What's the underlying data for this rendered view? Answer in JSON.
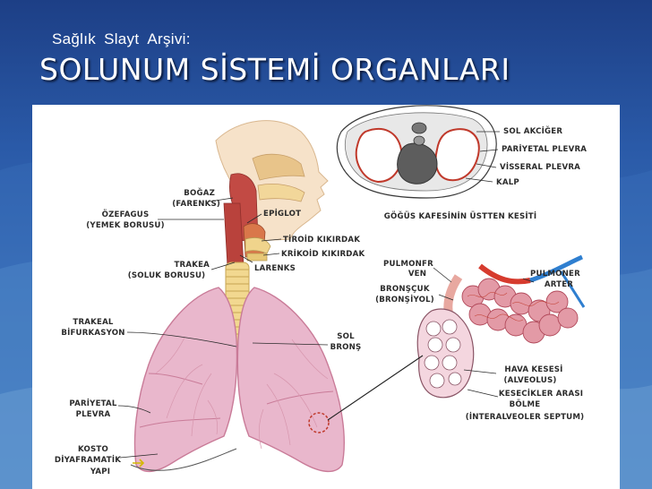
{
  "header": {
    "words": [
      "Sağlık",
      "Slayt",
      "Arşivi:"
    ],
    "title": "SOLUNUM SİSTEMİ ORGANLARI"
  },
  "labels": {
    "bogaz": "BOĞAZ",
    "farenks": "(FARENKS)",
    "epiglot": "EPİGLOT",
    "ozefagus": "ÖZEFAGUS",
    "yemek_borusu": "(YEMEK BORUSU)",
    "tiroid": "TİROİD KIKIRDAK",
    "krikoid": "KRİKOİD KIKIRDAK",
    "trakea": "TRAKEA",
    "soluk_borusu": "(SOLUK BORUSU)",
    "larenks": "LARENKS",
    "trakeal": "TRAKEAL",
    "bifurkasyon": "BİFURKASYON",
    "sol": "SOL",
    "brons": "BRONŞ",
    "pariyetal": "PARİYETAL",
    "plevra": "PLEVRA",
    "kosto": "KOSTO",
    "diyaframatik": "DİYAFRAMATİK",
    "yapi": "YAPI",
    "sol_akciger": "SOL AKCİĞER",
    "pariyetal_plevra": "PARİYETAL PLEVRA",
    "visseral_plevra": "VİSSERAL PLEVRA",
    "kalp": "KALP",
    "gogus_kesiti": "GÖĞÜS KAFESİNİN ÜSTTEN KESİTİ",
    "pulmonfr": "PULMONFR",
    "ven": "VEN",
    "pulmoner": "PULMONER",
    "arter": "ARTER",
    "bronscuk": "BRONŞÇUK",
    "bronsiyol": "(BRONŞİYOL)",
    "hava_kesesi": "HAVA KESESİ",
    "alveolus": "(ALVEOLUS)",
    "kesecikler_arasi": "KESECİKLER ARASI",
    "bolme": "BÖLME",
    "interalveoler": "(İNTERALVEOLER SEPTUM)"
  },
  "colors": {
    "lung": "#e9b7cc",
    "lung_edge": "#c97b98",
    "trachea": "#f0d48c",
    "throat": "#c0504d",
    "vessel_red": "#d63b2e",
    "vessel_blue": "#2f7fd0",
    "skin": "#f5dcc0"
  }
}
